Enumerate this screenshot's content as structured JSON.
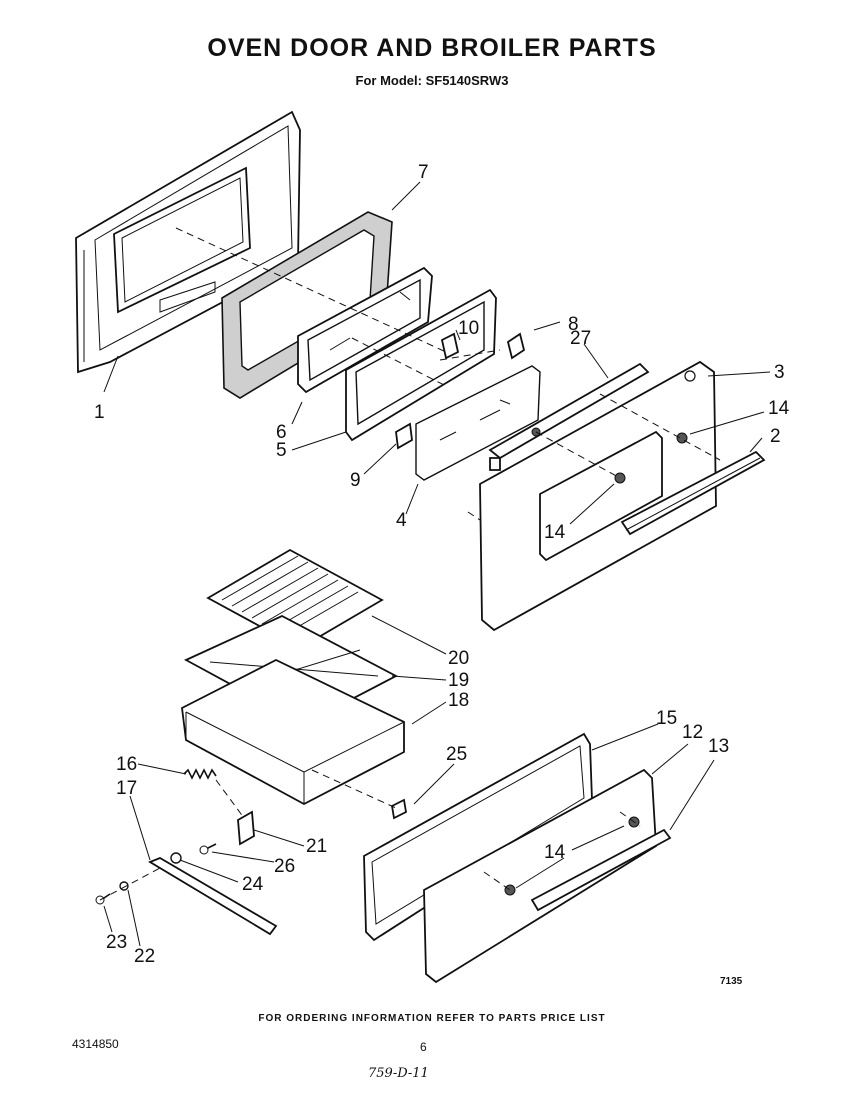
{
  "title": "OVEN DOOR AND BROILER PARTS",
  "subtitle": "For Model: SF5140SRW3",
  "callouts": [
    {
      "id": "c1",
      "label": "1"
    },
    {
      "id": "c2",
      "label": "2"
    },
    {
      "id": "c3",
      "label": "3"
    },
    {
      "id": "c4",
      "label": "4"
    },
    {
      "id": "c5",
      "label": "5"
    },
    {
      "id": "c6",
      "label": "6"
    },
    {
      "id": "c7",
      "label": "7"
    },
    {
      "id": "c8",
      "label": "8"
    },
    {
      "id": "c9",
      "label": "9"
    },
    {
      "id": "c10",
      "label": "10"
    },
    {
      "id": "c12",
      "label": "12"
    },
    {
      "id": "c13",
      "label": "13"
    },
    {
      "id": "c14a",
      "label": "14"
    },
    {
      "id": "c14b",
      "label": "14"
    },
    {
      "id": "c14c",
      "label": "14"
    },
    {
      "id": "c15",
      "label": "15"
    },
    {
      "id": "c16",
      "label": "16"
    },
    {
      "id": "c17",
      "label": "17"
    },
    {
      "id": "c18",
      "label": "18"
    },
    {
      "id": "c19",
      "label": "19"
    },
    {
      "id": "c20",
      "label": "20"
    },
    {
      "id": "c21",
      "label": "21"
    },
    {
      "id": "c22",
      "label": "22"
    },
    {
      "id": "c23",
      "label": "23"
    },
    {
      "id": "c24",
      "label": "24"
    },
    {
      "id": "c25",
      "label": "25"
    },
    {
      "id": "c26",
      "label": "26"
    },
    {
      "id": "c27",
      "label": "27"
    }
  ],
  "figure_number": "7135",
  "footer": "FOR ORDERING INFORMATION REFER TO PARTS PRICE LIST",
  "document_number": "4314850",
  "page_number": "6",
  "handwritten_note": "759-D-11"
}
